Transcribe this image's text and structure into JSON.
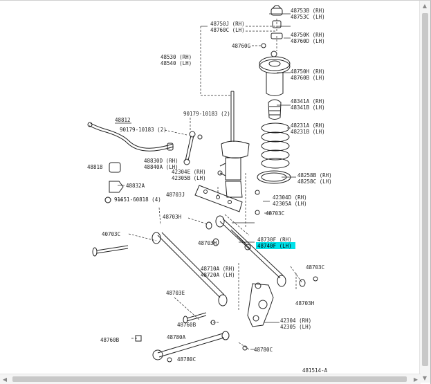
{
  "diagram_number": "481514-A",
  "selected_part": "48740F (LH)",
  "highlight_color": "#00e1ea",
  "labels": {
    "p48753B": "48753B (RH)",
    "p48753C": "48753C (LH)",
    "p48750J": "48750J (RH)",
    "p48760C": "48760C (LH)",
    "p48750K": "48750K (RH)",
    "p48760D": "48760D (LH)",
    "p48760G": "48760G",
    "p48530": "48530 (RH)",
    "p48540": "48540 (LH)",
    "p48750H": "48750H (RH)",
    "p48760B": "48760B (LH)",
    "p48341A": "48341A (RH)",
    "p48341B": "48341B (LH)",
    "p90179": "90179-10183 (2)",
    "p48812": "48812",
    "p90179b": "90179-10183 (2)",
    "p48231A": "48231A (RH)",
    "p48231B": "48231B (LH)",
    "p48830D": "48830D (RH)",
    "p48840A": "48840A (LH)",
    "p48818": "48818",
    "p42304E": "42304E (RH)",
    "p42305B": "42305B (LH)",
    "p48258B": "48258B (RH)",
    "p48258C": "48258C (LH)",
    "p48832A": "48832A",
    "p48703J": "48703J",
    "p91651": "91651-60818 (4)",
    "p42304D": "42304D (RH)",
    "p42305A": "42305A (LH)",
    "p48703H_a": "48703H",
    "p48703C_a": "48703C",
    "p48730F": "48730F (RH)",
    "p48740F": "48740F (LH)",
    "p40703C": "40703C",
    "p48703H_b": "48703H",
    "p48703C_b": "48703C",
    "p48710A": "48710A (RH)",
    "p48720A": "48720A (LH)",
    "p48703H_c": "48703H",
    "p48703E": "48703E",
    "p42304": "42304 (RH)",
    "p42305": "42305 (LH)",
    "p48760B_b": "48760B",
    "p48760B_c": "48760B",
    "p48780A": "48780A",
    "p48780C_a": "48780C",
    "p48780C_b": "48780C"
  }
}
